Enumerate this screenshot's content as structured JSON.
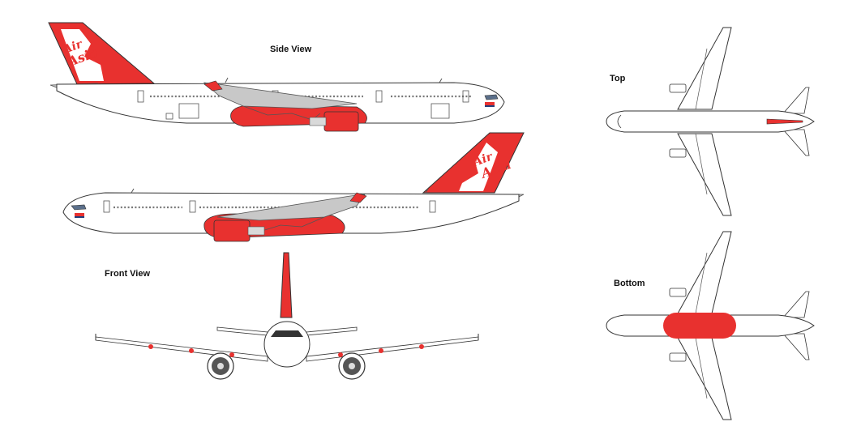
{
  "labels": {
    "side_view": "Side View",
    "front_view": "Front View",
    "top": "Top",
    "bottom": "Bottom"
  },
  "livery": {
    "brand_text_line1": "Air",
    "brand_text_line2": "Asia",
    "accent_color": "#e8312f",
    "outline_color": "#333333",
    "body_color": "#ffffff",
    "wing_grey": "#c8c8c8"
  }
}
